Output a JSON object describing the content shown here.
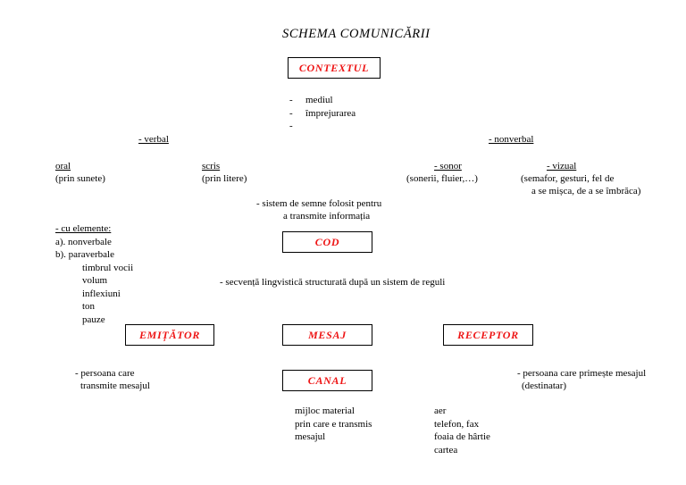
{
  "document": {
    "title": "SCHEMA COMUNICĂRII",
    "accent_color": "#ee1515",
    "text_color": "#000000",
    "background_color": "#ffffff"
  },
  "boxes": {
    "context": "CONTEXTUL",
    "code": "COD",
    "emitter": "EMIȚĂTOR",
    "message": "MESAJ",
    "receiver": "RECEPTOR",
    "channel": "CANAL"
  },
  "context_items": [
    {
      "dash": "-",
      "text": "mediul"
    },
    {
      "dash": "-",
      "text": "împrejurarea"
    },
    {
      "dash": "-",
      "text": ""
    }
  ],
  "branches": {
    "verbal_label": "- verbal",
    "nonverbal_label": "- nonverbal"
  },
  "verbal": {
    "oral": {
      "label": "oral",
      "detail": "(prin sunete)"
    },
    "scris": {
      "label": "scris",
      "detail": "(prin litere)"
    }
  },
  "nonverbal": {
    "sonor": {
      "label": "- sonor",
      "detail": "(sonerii, fluier,…)"
    },
    "vizual": {
      "label": "- vizual",
      "detail_line1": "(semafor, gesturi, fel de",
      "detail_line2": "a se mișca, de a se îmbrăca)"
    }
  },
  "code_definition": {
    "line1": "- sistem de semne folosit pentru",
    "line2": "a transmite informația"
  },
  "elements": {
    "heading": "- cu elemente:",
    "items": [
      "a). nonverbale",
      "b). paraverbale"
    ],
    "paraverbal_list": [
      "timbrul vocii",
      "volum",
      "inflexiuni",
      "ton",
      "pauze"
    ]
  },
  "message_definition": "- secvență lingvistică structurată după un sistem de reguli",
  "emitter_definition": {
    "line1": "- persoana care",
    "line2": "transmite mesajul"
  },
  "receiver_definition": {
    "line1": "- persoana care primește mesajul",
    "line2": "(destinatar)"
  },
  "channel_definition": {
    "line1": "mijloc material",
    "line2": "prin care e transmis",
    "line3": "mesajul"
  },
  "channel_examples": [
    "aer",
    "telefon, fax",
    "foaia de hârtie",
    "cartea"
  ]
}
